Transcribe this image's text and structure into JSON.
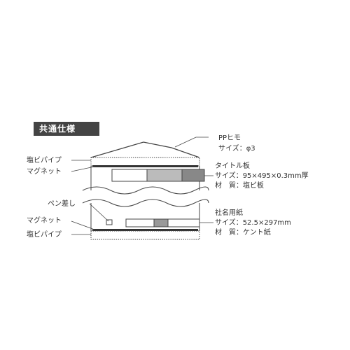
{
  "header": {
    "title": "共通仕様"
  },
  "left_labels": {
    "pipe_top": "塩ビパイプ",
    "magnet_top": "マグネット",
    "pen_holder": "ペン差し",
    "magnet_bottom": "マグネット",
    "pipe_bottom": "塩ビパイプ"
  },
  "pp_string": {
    "name": "PPヒモ",
    "size": "サイズ：φ3"
  },
  "title_plate": {
    "name": "タイトル板",
    "size": "サイズ：95×495×0.3mm厚",
    "material": "材　質：塩ビ板"
  },
  "name_paper": {
    "name": "社名用紙",
    "size": "サイズ：52.5×297mm",
    "material": "材　質：ケント紙"
  }
}
